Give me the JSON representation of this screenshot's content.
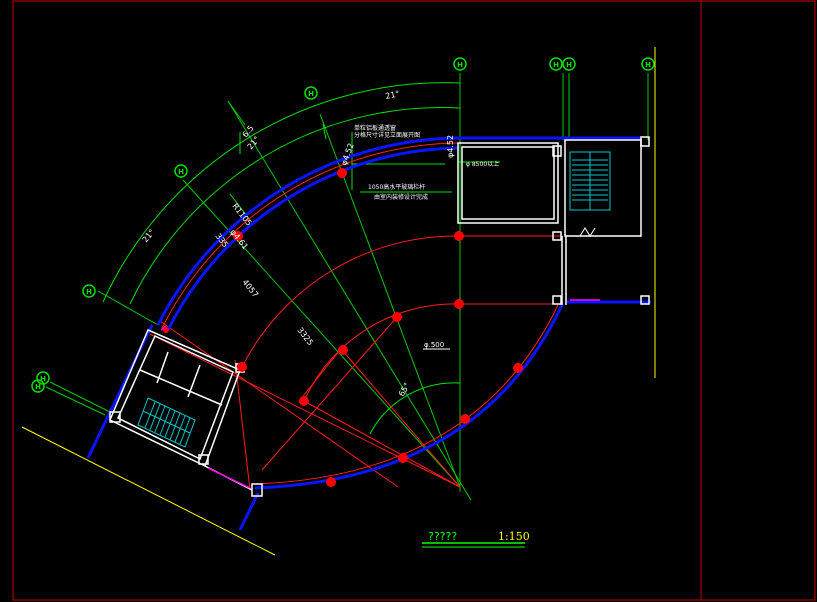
{
  "colors": {
    "background": "#000000",
    "frame": "#cc0000",
    "axis_line": "#00c800",
    "dim_line": "#00e000",
    "red_grid": "#ff1a1a",
    "wall_blue": "#0a14ff",
    "white_walls": "#ffffff",
    "stair_cyan": "#00c8c8",
    "yellow": "#ffff00",
    "magenta": "#ff00ff",
    "node_red": "#ff0000"
  },
  "axis_bubbles": [
    "H",
    "H",
    "H",
    "H",
    "H",
    "H",
    "H",
    "H"
  ],
  "dimensions": {
    "angle_top": "21°",
    "angle_left": "21°",
    "angle_center": "65°",
    "angle_small": "6.5",
    "radius_r": "R1105",
    "dim_4057": "4057",
    "dim_3325": "3325",
    "dim_335": "335",
    "dim_phi_a": "φ4.52",
    "dim_phi_b": "φ4.52",
    "dim_phi_c": "φ4.61"
  },
  "annotations": {
    "note_top_1": "单粒铝板通透窗",
    "note_top_2": "分格尺寸详见立面展开图",
    "note_mid_1": "1050高水平玻璃栏杆",
    "note_mid_2": "由室内装修设计完成",
    "level_top": "φ 8500以上",
    "level_center": "φ.500"
  },
  "scale_bar": {
    "title": "?????",
    "scale": "1:150"
  }
}
